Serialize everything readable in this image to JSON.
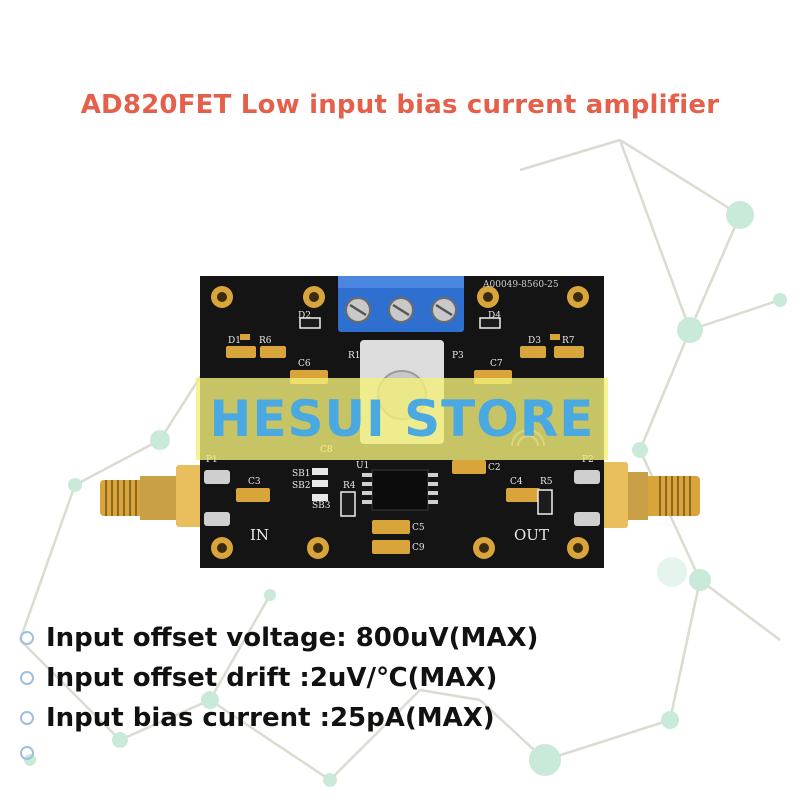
{
  "title": "AD820FET Low input bias current amplifier",
  "watermark": "HESUI STORE",
  "colors": {
    "title": "#e5604a",
    "watermark_text": "#4aa9e0",
    "watermark_bg": "#f3f078",
    "network_line": "#d9dcd0",
    "network_node": "#c9ead8",
    "pcb": "#141414",
    "silkscreen": "#e8e8e8",
    "gold": "#d9a53a",
    "terminal_block": "#2f6fd0"
  },
  "board": {
    "marking": "A00049-8560-25",
    "labels": {
      "d1": "D1",
      "r6": "R6",
      "d2": "D2",
      "c6": "C6",
      "r1": "R1",
      "p3": "P3",
      "c7": "C7",
      "d4": "D4",
      "d3": "D3",
      "r7": "R7",
      "p1": "P1",
      "p2": "P2",
      "sb1": "SB1",
      "sb2": "SB2",
      "sb3": "SB3",
      "c3": "C3",
      "r4": "R4",
      "u1": "U1",
      "c5": "C5",
      "c9": "C9",
      "c8": "C8",
      "c2": "C2",
      "c4": "C4",
      "r5": "R5",
      "in": "IN",
      "out": "OUT"
    }
  },
  "features": [
    "Input offset voltage: 800uV(MAX)",
    "Input offset drift :2uV/℃(MAX)",
    "Input bias current :25pA(MAX)",
    ""
  ],
  "icons": {
    "bullet": "ring-bullet-icon",
    "screw": "screw-terminal-icon",
    "sma": "sma-connector-icon",
    "mount_hole": "mounting-hole-icon",
    "led": "led-icon",
    "chip": "ic-chip-icon",
    "wifi": "wifi-icon"
  }
}
